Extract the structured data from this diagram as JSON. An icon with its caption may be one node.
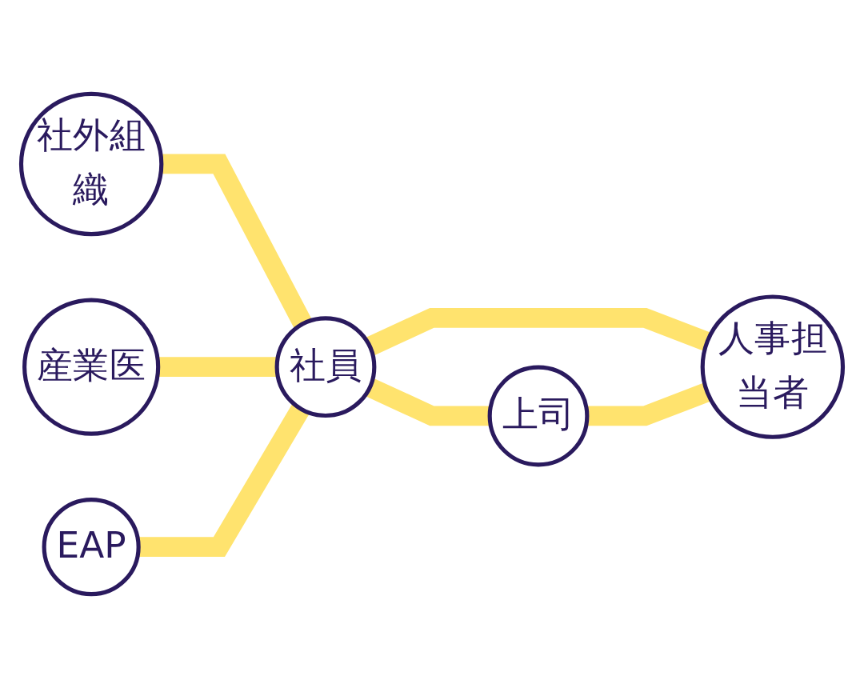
{
  "diagram": {
    "nodes": [
      {
        "text": [
          "社外組織"
        ]
      },
      {
        "text": [
          "産業医"
        ]
      },
      {
        "text": [
          "社員"
        ]
      },
      {
        "text": [
          "上司"
        ]
      },
      {
        "text": [
          "EAP"
        ]
      },
      {
        "text": [
          "人事担当者"
        ]
      }
    ],
    "edges": [
      {
        "from": 0,
        "to": 2,
        "arrow": "none"
      },
      {
        "from": 1,
        "to": 2,
        "arrow": "none"
      },
      {
        "from": 2,
        "to": 3,
        "arrow": "none"
      },
      {
        "from": 4,
        "to": 2,
        "arrow": "none"
      },
      {
        "from": 2,
        "to": 5,
        "arrow": "none"
      },
      {
        "from": 3,
        "to": 5,
        "arrow": "none"
      }
    ]
  }
}
